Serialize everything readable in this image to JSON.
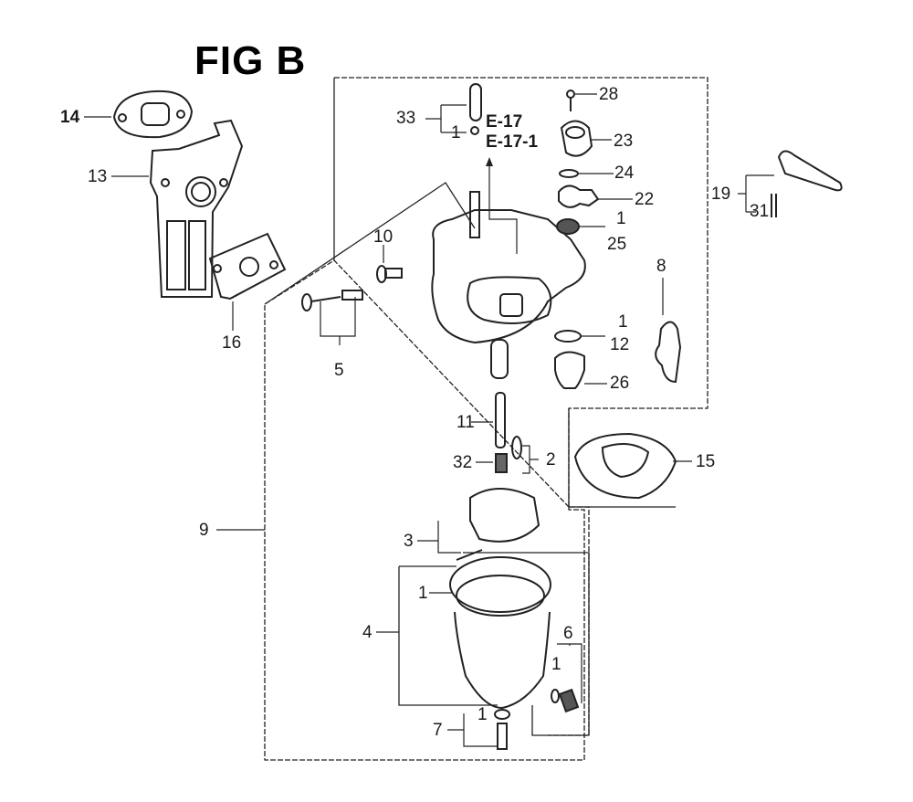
{
  "figure": {
    "title": "FIG B",
    "description": "Exploded parts diagram of a carburetor assembly",
    "callouts": [
      {
        "id": "c14",
        "label": "14"
      },
      {
        "id": "c13",
        "label": "13"
      },
      {
        "id": "c16",
        "label": "16"
      },
      {
        "id": "c33",
        "label": "33"
      },
      {
        "id": "c33-1",
        "label": "1"
      },
      {
        "id": "ref1",
        "label": "E-17"
      },
      {
        "id": "ref2",
        "label": "E-17-1"
      },
      {
        "id": "c28",
        "label": "28"
      },
      {
        "id": "c23",
        "label": "23"
      },
      {
        "id": "c24",
        "label": "24"
      },
      {
        "id": "c22",
        "label": "22"
      },
      {
        "id": "c25-1",
        "label": "1"
      },
      {
        "id": "c25",
        "label": "25"
      },
      {
        "id": "c19",
        "label": "19"
      },
      {
        "id": "c31",
        "label": "31"
      },
      {
        "id": "c10",
        "label": "10"
      },
      {
        "id": "c5",
        "label": "5"
      },
      {
        "id": "c8",
        "label": "8"
      },
      {
        "id": "c12-1",
        "label": "1"
      },
      {
        "id": "c12",
        "label": "12"
      },
      {
        "id": "c26",
        "label": "26"
      },
      {
        "id": "c11",
        "label": "11"
      },
      {
        "id": "c32",
        "label": "32"
      },
      {
        "id": "c2",
        "label": "2"
      },
      {
        "id": "c15",
        "label": "15"
      },
      {
        "id": "c9",
        "label": "9"
      },
      {
        "id": "c3",
        "label": "3"
      },
      {
        "id": "c4-1",
        "label": "1"
      },
      {
        "id": "c4",
        "label": "4"
      },
      {
        "id": "c6",
        "label": "6"
      },
      {
        "id": "c6-1",
        "label": "1"
      },
      {
        "id": "c7-1",
        "label": "1"
      },
      {
        "id": "c7",
        "label": "7"
      }
    ]
  }
}
